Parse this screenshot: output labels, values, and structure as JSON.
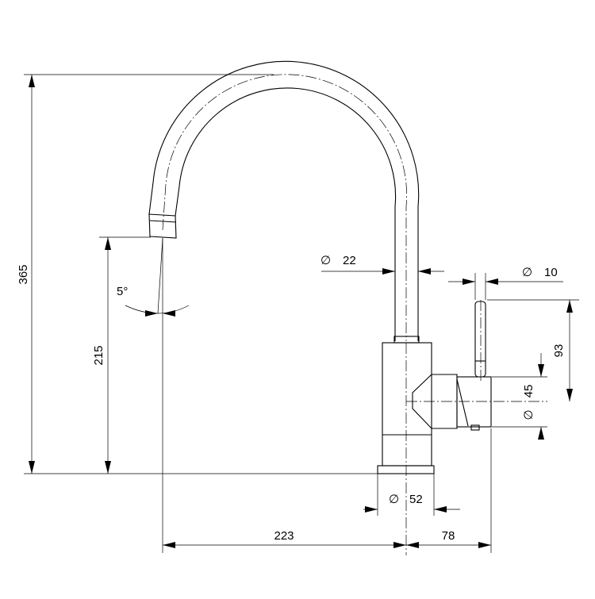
{
  "dimensions": {
    "total_height": "365",
    "spout_height": "215",
    "spout_angle": "5°",
    "spout_tube_diameter": "22",
    "handle_diameter": "10",
    "handle_height": "93",
    "body_diameter": "45",
    "base_diameter": "52",
    "reach": "223",
    "handle_reach": "78",
    "diameter_symbol": "∅"
  }
}
